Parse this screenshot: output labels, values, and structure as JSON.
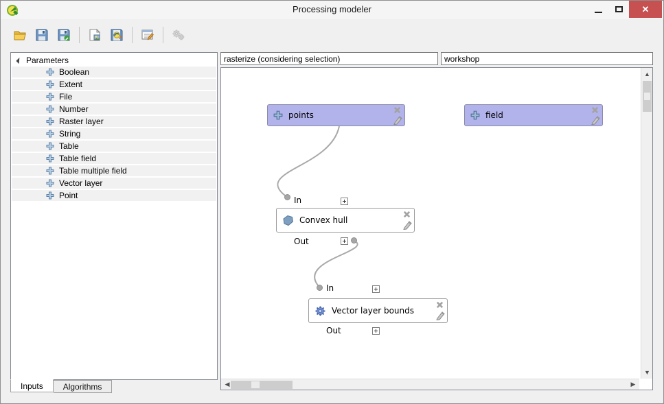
{
  "window": {
    "title": "Processing modeler"
  },
  "toolbar": {
    "buttons": [
      {
        "name": "open-model"
      },
      {
        "name": "save-model"
      },
      {
        "name": "save-model-as"
      },
      {
        "name": "export-as-image"
      },
      {
        "name": "export-as-python-script"
      },
      {
        "name": "edit-model-help"
      },
      {
        "name": "run-model",
        "disabled": true
      }
    ]
  },
  "fields": {
    "model_name": "rasterize (considering selection)",
    "model_group": "workshop"
  },
  "sidebar": {
    "root_label": "Parameters",
    "items": [
      "Boolean",
      "Extent",
      "File",
      "Number",
      "Raster layer",
      "String",
      "Table",
      "Table field",
      "Table multiple field",
      "Vector layer",
      "Point"
    ],
    "tabs": [
      {
        "label": "Inputs",
        "active": true
      },
      {
        "label": "Algorithms",
        "active": false
      }
    ]
  },
  "canvas": {
    "nodes": {
      "points": {
        "label": "points",
        "type": "parameter"
      },
      "field": {
        "label": "field",
        "type": "parameter"
      },
      "convex_hull": {
        "label": "Convex hull",
        "type": "algorithm",
        "in_label": "In",
        "out_label": "Out"
      },
      "vector_layer_bounds": {
        "label": "Vector layer bounds",
        "type": "algorithm",
        "in_label": "In",
        "out_label": "Out"
      }
    },
    "connections": [
      {
        "from": "points",
        "to": "convex_hull:In"
      },
      {
        "from": "convex_hull:Out",
        "to": "vector_layer_bounds:In"
      }
    ]
  },
  "colors": {
    "parameter_node_fill": "#b3b3ec",
    "algorithm_node_fill": "#ffffff",
    "connection_line": "#a9a9a9",
    "close_button": "#c75050",
    "canvas_background": "#ffffff"
  }
}
